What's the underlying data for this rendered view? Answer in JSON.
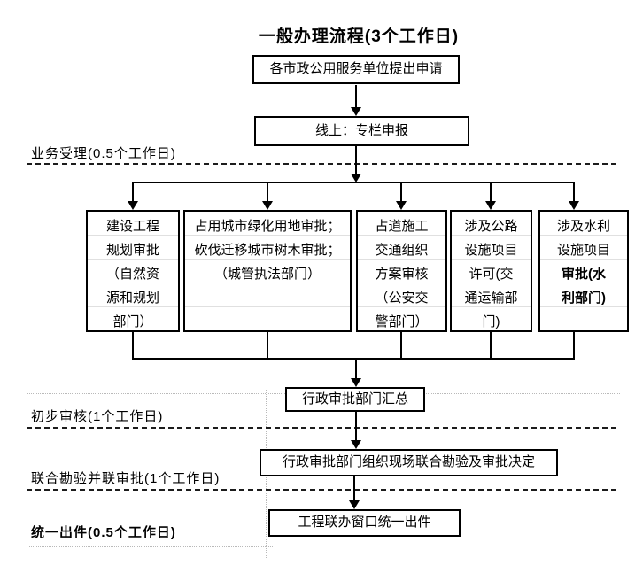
{
  "title": "一般办理流程(3个工作日)",
  "nodes": {
    "apply": "各市政公用服务单位提出申请",
    "online": "线上：专栏申报",
    "summary": "行政审批部门汇总",
    "joint_inspection": "行政审批部门组织现场联合勘验及审批决定",
    "unified_output": "工程联办窗口统一出件"
  },
  "stage_labels": {
    "acceptance": "业务受理(0.5个工作日)",
    "preliminary_review": "初步审核(1个工作日)",
    "joint_approval": "联合勘验并联审批(1个工作日)",
    "unified_output": "统一出件(0.5个工作日)"
  },
  "parallel_boxes": [
    {
      "lines": [
        "建设工程",
        "规划审批",
        "（自然资",
        "源和规划",
        "部门）"
      ]
    },
    {
      "lines": [
        "占用城市绿化用地审批；",
        "砍伐迁移城市树木审批；",
        "（城管执法部门）"
      ]
    },
    {
      "lines": [
        "占道施工",
        "交通组织",
        "方案审核",
        "（公安交",
        "警部门）"
      ]
    },
    {
      "lines": [
        "涉及公路",
        "设施项目",
        "许可(交",
        "通运输部",
        "门)"
      ]
    },
    {
      "lines": [
        "涉及水利",
        "设施项目",
        "审批(水",
        "利部门)"
      ]
    }
  ],
  "colors": {
    "line": "#000000",
    "text": "#000000",
    "background": "#ffffff",
    "faint_gridline": "#b9b9b9"
  }
}
